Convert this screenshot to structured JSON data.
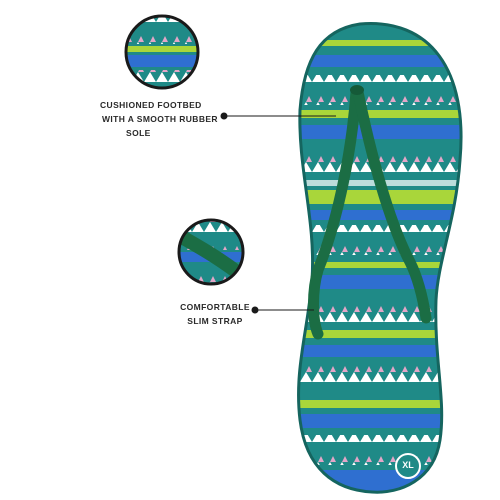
{
  "callouts": [
    {
      "lines": [
        "CUSHIONED FOOTBED",
        "WITH A SMOOTH RUBBER",
        "SOLE"
      ]
    },
    {
      "lines": [
        "COMFORTABLE",
        "SLIM STRAP"
      ]
    }
  ],
  "size_badge": "XL",
  "colors": {
    "sole_base": "#1f8a87",
    "blue": "#2f6fd0",
    "lime": "#a9d63a",
    "pink": "#e2a6c8",
    "white": "#ffffff",
    "strap": "#1b6d44",
    "pointer": "#1a1a1a"
  },
  "icons": [
    "flip-flop-product-image",
    "zoom-detail-circle",
    "pointer-dot"
  ]
}
